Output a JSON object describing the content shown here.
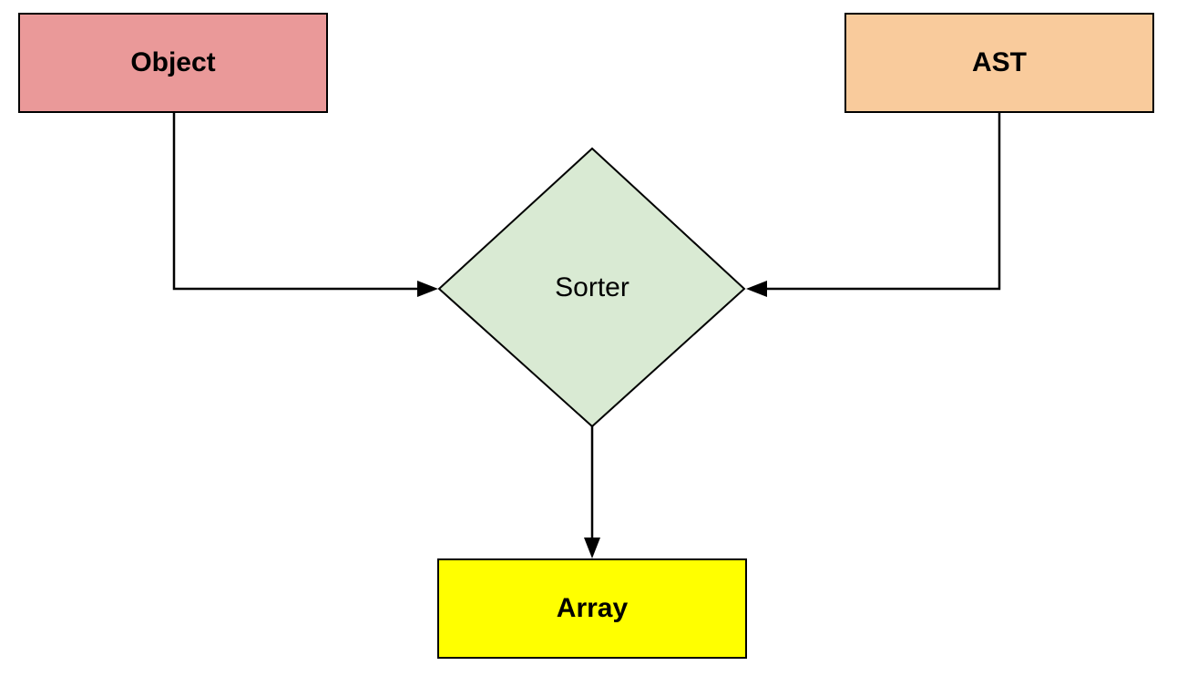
{
  "nodes": {
    "object": {
      "label": "Object",
      "color": "#ea9999",
      "shape": "rectangle"
    },
    "ast": {
      "label": "AST",
      "color": "#f9cb9c",
      "shape": "rectangle"
    },
    "sorter": {
      "label": "Sorter",
      "color": "#d9ead3",
      "shape": "diamond"
    },
    "array": {
      "label": "Array",
      "color": "#ffff00",
      "shape": "rectangle"
    }
  },
  "edges": [
    {
      "from": "object",
      "to": "sorter"
    },
    {
      "from": "ast",
      "to": "sorter"
    },
    {
      "from": "sorter",
      "to": "array"
    }
  ]
}
